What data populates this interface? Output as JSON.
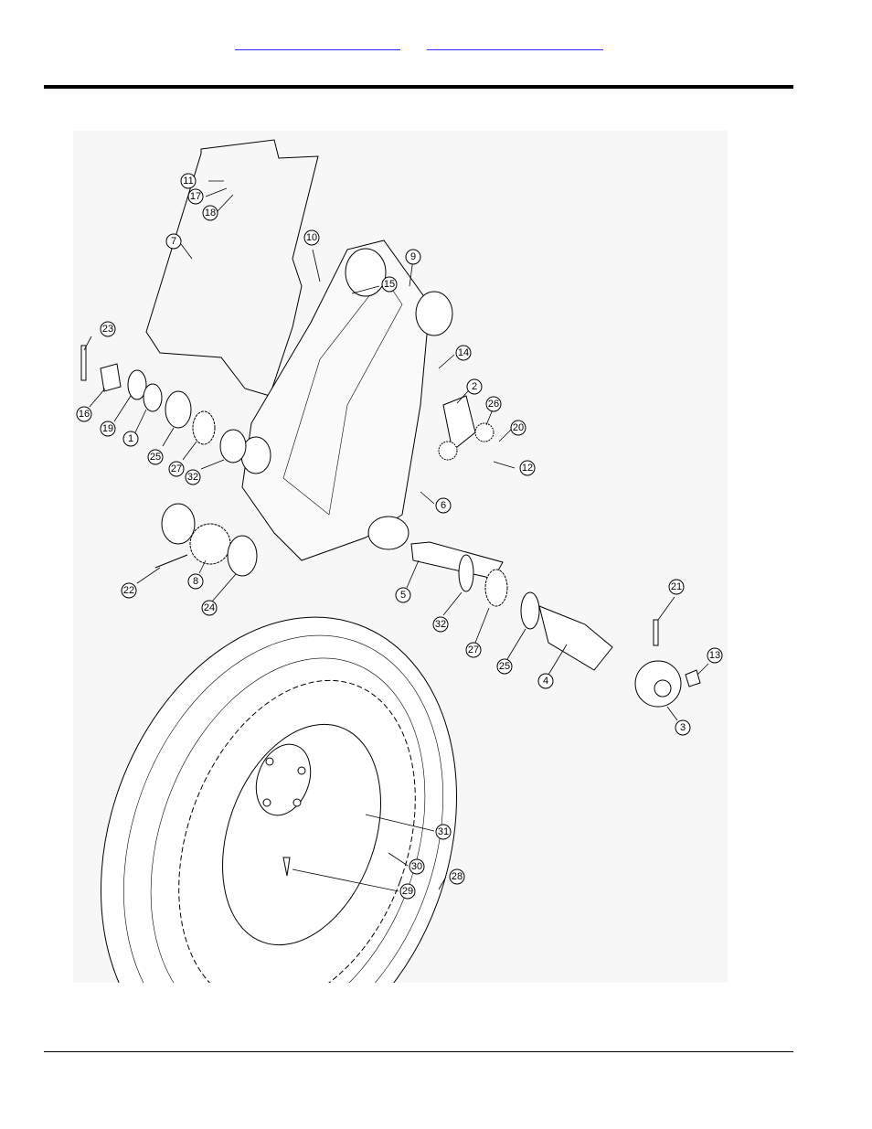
{
  "header": {
    "links": [
      "",
      ""
    ]
  },
  "callouts": [
    {
      "id": "c11",
      "label": "11"
    },
    {
      "id": "c17",
      "label": "17"
    },
    {
      "id": "c18",
      "label": "18"
    },
    {
      "id": "c7",
      "label": "7"
    },
    {
      "id": "c10",
      "label": "10"
    },
    {
      "id": "c9",
      "label": "9"
    },
    {
      "id": "c15",
      "label": "15"
    },
    {
      "id": "c23",
      "label": "23"
    },
    {
      "id": "c14",
      "label": "14"
    },
    {
      "id": "c16",
      "label": "16"
    },
    {
      "id": "c19",
      "label": "19"
    },
    {
      "id": "c1",
      "label": "1"
    },
    {
      "id": "c25a",
      "label": "25"
    },
    {
      "id": "c27a",
      "label": "27"
    },
    {
      "id": "c32a",
      "label": "32"
    },
    {
      "id": "c2",
      "label": "2"
    },
    {
      "id": "c26",
      "label": "26"
    },
    {
      "id": "c20",
      "label": "20"
    },
    {
      "id": "c12",
      "label": "12"
    },
    {
      "id": "c6",
      "label": "6"
    },
    {
      "id": "c22",
      "label": "22"
    },
    {
      "id": "c8",
      "label": "8"
    },
    {
      "id": "c24",
      "label": "24"
    },
    {
      "id": "c5",
      "label": "5"
    },
    {
      "id": "c32b",
      "label": "32"
    },
    {
      "id": "c27b",
      "label": "27"
    },
    {
      "id": "c25b",
      "label": "25"
    },
    {
      "id": "c4",
      "label": "4"
    },
    {
      "id": "c21",
      "label": "21"
    },
    {
      "id": "c13",
      "label": "13"
    },
    {
      "id": "c3",
      "label": "3"
    },
    {
      "id": "c31",
      "label": "31"
    },
    {
      "id": "c30",
      "label": "30"
    },
    {
      "id": "c28",
      "label": "28"
    },
    {
      "id": "c29",
      "label": "29"
    }
  ]
}
